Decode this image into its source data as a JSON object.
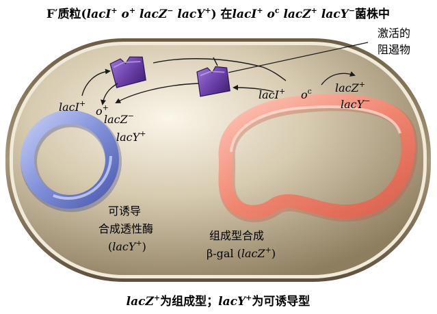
{
  "title": {
    "p1": "F′质粒(",
    "i1": "lacI",
    "s1": "+",
    "p2": " ",
    "i2": "o",
    "s2": "+",
    "p3": " ",
    "i3": "lacZ",
    "s3": "−",
    "p4": " ",
    "i4": "lacY",
    "s4": "+",
    "p5": ") 在",
    "i5": "lacI",
    "s5": "+",
    "p6": " ",
    "i6": "o",
    "s6": "c",
    "p7": " ",
    "i7": "lacZ",
    "s7": "+",
    "p8": " ",
    "i8": "lacY",
    "s8": "−",
    "p9": "菌株中"
  },
  "callout": {
    "line1": "激活的",
    "line2": "阻遏物"
  },
  "plasmid_genes": {
    "laci_name": "lacI",
    "laci_sup": "+",
    "o_name": "o",
    "o_sup": "+",
    "lacz_name": "lacZ",
    "lacz_sup": "−",
    "lacy_name": "lacY",
    "lacy_sup": "+"
  },
  "chromosome_genes": {
    "laci_name": "lacI",
    "laci_sup": "+",
    "o_name": "o",
    "o_sup": "c",
    "lacz_name": "lacZ",
    "lacz_sup": "+",
    "lacy_name": "lacY",
    "lacy_sup": "−"
  },
  "plasmid_label": {
    "line1": "可诱导",
    "line2": "合成透性酶",
    "paren_open": "(",
    "gene": "lacY",
    "sup": "+",
    "paren_close": ")"
  },
  "chromosome_label": {
    "line1": "组成型合成",
    "line2_pre": "β-gal (",
    "gene": "lacZ",
    "sup": "+",
    "paren_close": ")"
  },
  "caption": {
    "g1": "lacZ",
    "s1": "+",
    "t1": "为组成型；",
    "g2": "lacY",
    "s2": "+",
    "t2": "为可诱导型"
  },
  "colors": {
    "cell_fill": "#c9bc9e",
    "cell_edge": "#7a6a50",
    "cell_rim": "#efe6d2",
    "repressor": "#6a3fa8",
    "plasmid": "#7f8fd8",
    "chromosome": "#ee8a78"
  },
  "icons": [
    "repressor-icon",
    "plasmid-ring",
    "chromosome-loop",
    "curved-arrow-icon"
  ]
}
